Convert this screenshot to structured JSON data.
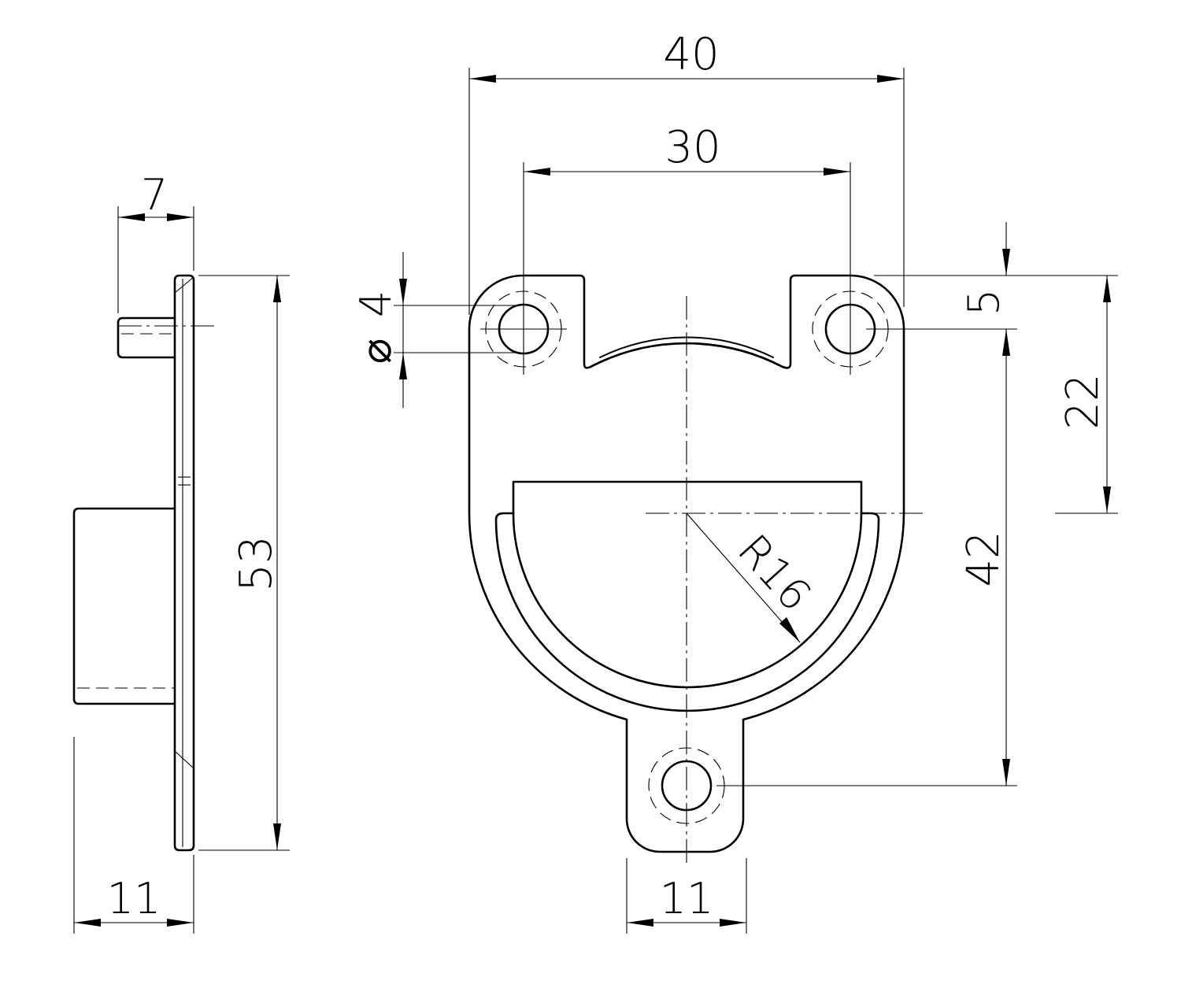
{
  "drawing": {
    "dimensions": {
      "overall_width": "40",
      "hole_spacing": "30",
      "hole_diameter_symbol": "⌀",
      "hole_diameter": "4",
      "hole_edge_offset": "5",
      "hole_to_center": "22",
      "hole_to_bottom_hole": "42",
      "radius": "R16",
      "tab_width": "11",
      "side_height": "53",
      "side_pin_length": "7",
      "side_depth": "11"
    }
  }
}
